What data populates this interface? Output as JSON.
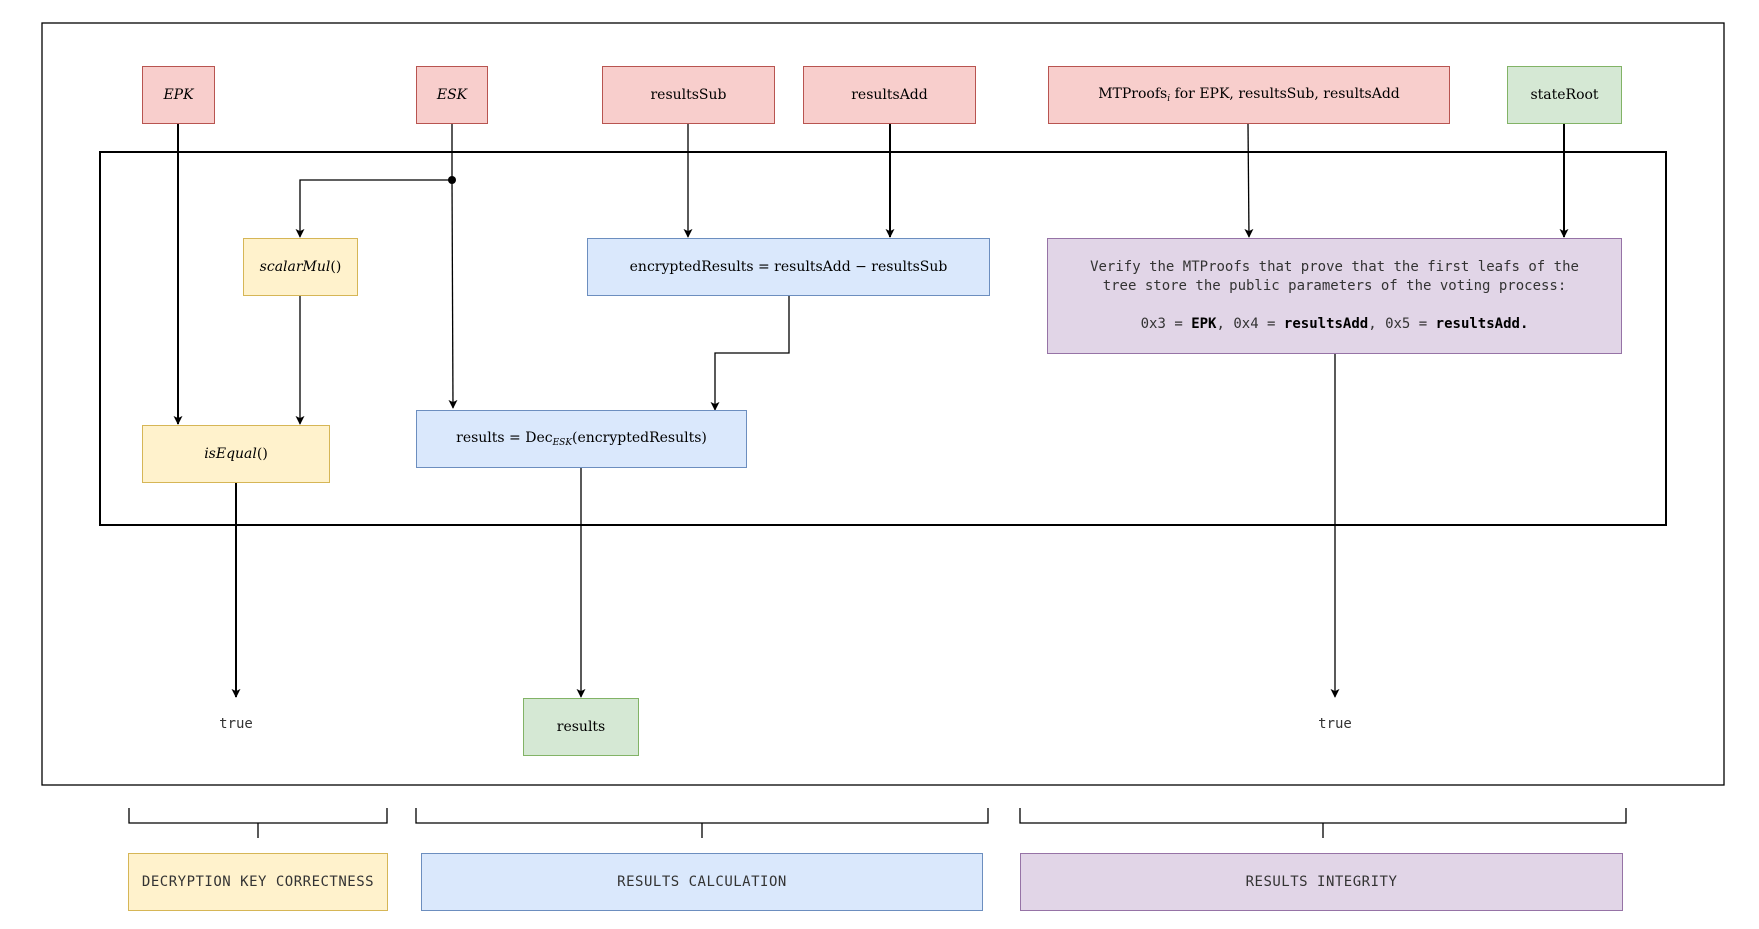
{
  "inputs": {
    "epk": "EPK",
    "esk": "ESK",
    "results_sub": "resultsSub",
    "results_add": "resultsAdd",
    "mtproofs_prefix": "MTProofs",
    "mtproofs_sub": "i",
    "mtproofs_suffix": " for EPK, resultsSub, resultsAdd",
    "state_root": "stateRoot"
  },
  "ops": {
    "scalar_mul": "scalarMul",
    "scalar_mul_parens": "()",
    "is_equal": "isEqual",
    "is_equal_parens": "()",
    "encrypted_results": "encryptedResults = resultsAdd − resultsSub",
    "results_prefix": "results = Dec",
    "results_sub": "ESK",
    "results_suffix": "(encryptedResults)",
    "verify_line1": "Verify the MTProofs that prove that the first leafs of the",
    "verify_line2": "tree store the public parameters of the voting process:",
    "verify_k1": "0x3 = ",
    "verify_v1": "EPK",
    "verify_k2": ", 0x4 = ",
    "verify_v2": "resultsAdd",
    "verify_k3": ", 0x5 = ",
    "verify_v3": "resultsAdd",
    "verify_end": "."
  },
  "outputs": {
    "true_left": "true",
    "results": "results",
    "true_right": "true"
  },
  "phases": {
    "decryption": "DECRYPTION KEY CORRECTNESS",
    "calculation": "RESULTS CALCULATION",
    "integrity": "RESULTS INTEGRITY"
  },
  "colors": {
    "input_fill": "#f8cecc",
    "input_stroke": "#b85450",
    "root_fill": "#d5e8d4",
    "root_stroke": "#82b366",
    "key_fill": "#fff2cc",
    "key_stroke": "#d6b656",
    "calc_fill": "#dae8fc",
    "calc_stroke": "#6c8ebf",
    "integrity_fill": "#e1d5e7",
    "integrity_stroke": "#9673a6"
  }
}
